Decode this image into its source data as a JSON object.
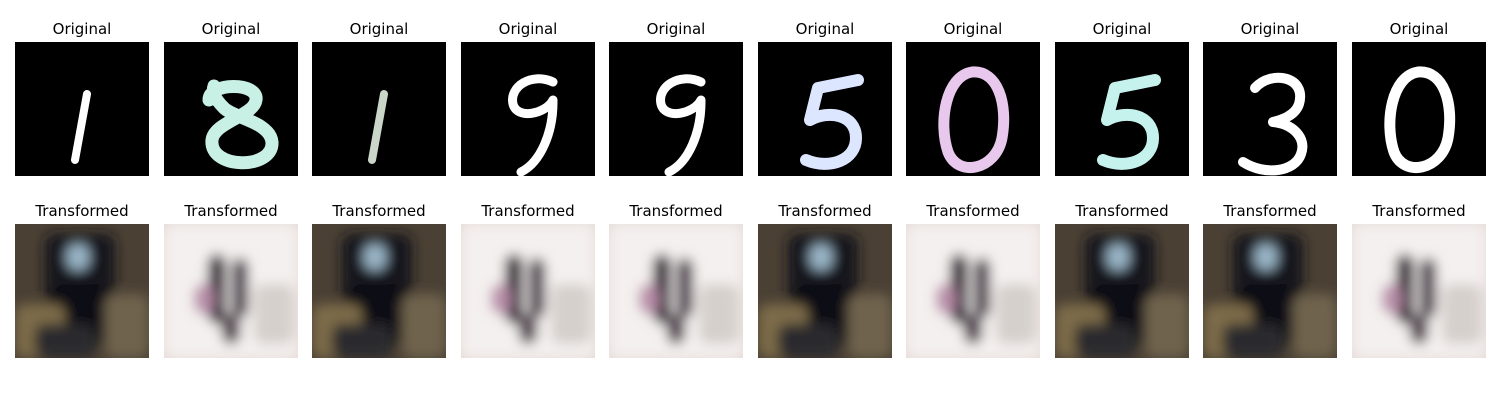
{
  "rows": [
    {
      "kind": "original",
      "title": "Original",
      "panels": [
        {
          "digit": "1",
          "ink": "#ffffff"
        },
        {
          "digit": "8",
          "ink": "#c8f0e4"
        },
        {
          "digit": "1",
          "ink": "#c9d6c8"
        },
        {
          "digit": "9",
          "ink": "#ffffff"
        },
        {
          "digit": "9",
          "ink": "#ffffff"
        },
        {
          "digit": "5",
          "ink": "#dde6ff"
        },
        {
          "digit": "0",
          "ink": "#e9c8ee"
        },
        {
          "digit": "5",
          "ink": "#c6f2ee"
        },
        {
          "digit": "3",
          "ink": "#ffffff"
        },
        {
          "digit": "0",
          "ink": "#ffffff"
        }
      ]
    },
    {
      "kind": "transformed",
      "title": "Transformed",
      "panels": [
        {
          "tone": "dark"
        },
        {
          "tone": "light"
        },
        {
          "tone": "dark"
        },
        {
          "tone": "light"
        },
        {
          "tone": "light"
        },
        {
          "tone": "dark"
        },
        {
          "tone": "light"
        },
        {
          "tone": "dark"
        },
        {
          "tone": "dark"
        },
        {
          "tone": "light"
        }
      ]
    }
  ]
}
